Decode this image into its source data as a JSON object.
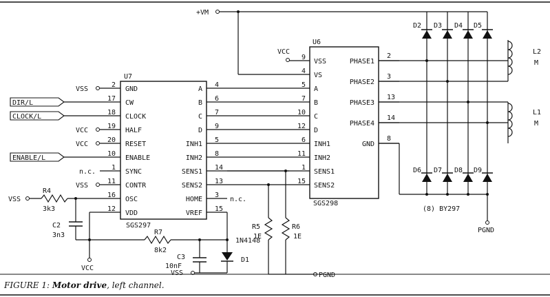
{
  "chips": {
    "u7": {
      "ref": "U7",
      "part": "SGS297",
      "left_pins": [
        {
          "num": "2",
          "name": "GND",
          "net": "VSS"
        },
        {
          "num": "17",
          "name": "CW",
          "net": "DIR/L"
        },
        {
          "num": "18",
          "name": "CLOCK",
          "net": "CLOCK/L"
        },
        {
          "num": "19",
          "name": "HALF",
          "net": "VCC"
        },
        {
          "num": "20",
          "name": "RESET",
          "net": "VCC"
        },
        {
          "num": "10",
          "name": "ENABLE",
          "net": "ENABLE/L"
        },
        {
          "num": "1",
          "name": "SYNC",
          "net": "n.c."
        },
        {
          "num": "11",
          "name": "CONTR",
          "net": "VSS"
        },
        {
          "num": "16",
          "name": "OSC",
          "net": ""
        },
        {
          "num": "12",
          "name": "VDD",
          "net": ""
        }
      ],
      "right_pins": [
        {
          "num": "4",
          "name": "A"
        },
        {
          "num": "6",
          "name": "B"
        },
        {
          "num": "7",
          "name": "C"
        },
        {
          "num": "9",
          "name": "D"
        },
        {
          "num": "5",
          "name": "INH1"
        },
        {
          "num": "8",
          "name": "INH2"
        },
        {
          "num": "14",
          "name": "SENS1"
        },
        {
          "num": "13",
          "name": "SENS2"
        },
        {
          "num": "3",
          "name": "HOME",
          "net": "n.c."
        },
        {
          "num": "15",
          "name": "VREF"
        }
      ]
    },
    "u6": {
      "ref": "U6",
      "part": "SGS298",
      "left_pins": [
        {
          "num": "9",
          "name": "VSS"
        },
        {
          "num": "4",
          "name": "VS"
        },
        {
          "num": "5",
          "name": "A"
        },
        {
          "num": "7",
          "name": "B"
        },
        {
          "num": "10",
          "name": "C"
        },
        {
          "num": "12",
          "name": "D"
        },
        {
          "num": "6",
          "name": "INH1"
        },
        {
          "num": "11",
          "name": "INH2"
        },
        {
          "num": "1",
          "name": "SENS1"
        },
        {
          "num": "15",
          "name": "SENS2"
        }
      ],
      "right_pins": [
        {
          "num": "2",
          "name": "PHASE1"
        },
        {
          "num": "3",
          "name": "PHASE2"
        },
        {
          "num": "13",
          "name": "PHASE3"
        },
        {
          "num": "14",
          "name": "PHASE4"
        },
        {
          "num": "8",
          "name": "GND"
        }
      ]
    }
  },
  "nets": {
    "vm": "+VM",
    "vcc": "VCC",
    "vss": "VSS",
    "pgnd": "PGND",
    "nc": "n.c."
  },
  "signals": {
    "dir": "DIR/L",
    "clock": "CLOCK/L",
    "enable": "ENABLE/L"
  },
  "components": {
    "r4": {
      "ref": "R4",
      "value": "3k3"
    },
    "c2": {
      "ref": "C2",
      "value": "3n3"
    },
    "r7": {
      "ref": "R7",
      "value": "8k2"
    },
    "c3": {
      "ref": "C3",
      "value": "10nF"
    },
    "d1": {
      "ref": "D1",
      "part": "1N4148"
    },
    "r5": {
      "ref": "R5",
      "value": "1E"
    },
    "r6": {
      "ref": "R6",
      "value": "1E"
    },
    "upper_diodes": [
      "D2",
      "D3",
      "D4",
      "D5"
    ],
    "lower_diodes": [
      "D6",
      "D7",
      "D8",
      "D9"
    ],
    "diode_note": "(8)  BY297",
    "l1": {
      "ref": "L1",
      "label": "M"
    },
    "l2": {
      "ref": "L2",
      "label": "M"
    }
  },
  "caption": {
    "prefix": "FIGURE 1: ",
    "title": "Motor drive",
    "suffix": ", left channel."
  }
}
